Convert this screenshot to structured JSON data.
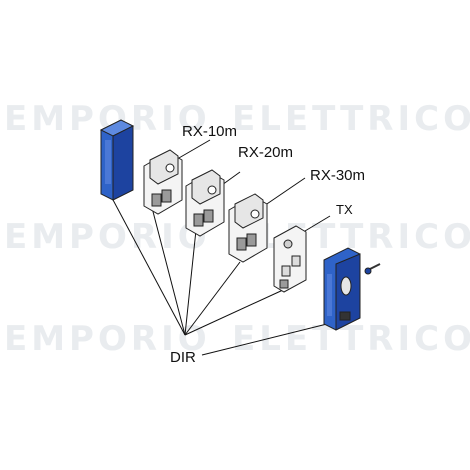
{
  "watermark": {
    "left_text": "EMPORIO",
    "right_text": "ELETTRICO"
  },
  "labels": {
    "rx10": "RX-10m",
    "rx20": "RX-20m",
    "rx30": "RX-30m",
    "tx": "TX",
    "dir": "DIR"
  },
  "colors": {
    "housing_blue": "#2f63c8",
    "housing_blue_dark": "#1d43a0",
    "housing_blue_light": "#5e8ae0",
    "board_fill": "#f4f4f4",
    "line": "#111111"
  }
}
